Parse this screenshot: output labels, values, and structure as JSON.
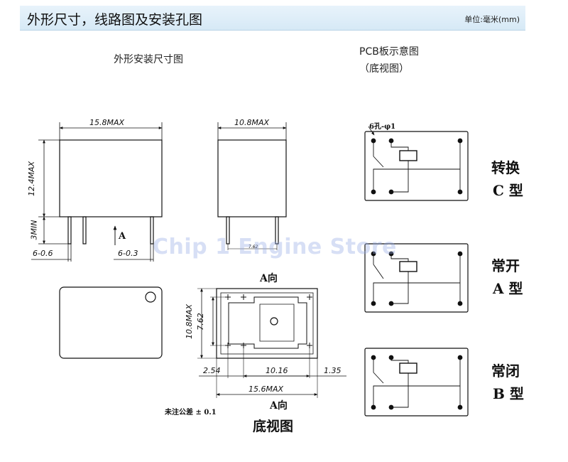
{
  "header": {
    "title": "外形尺寸，线路图及安装孔图",
    "unit": "单位:毫米(mm)"
  },
  "outline": {
    "title": "外形安装尺寸图",
    "dims": {
      "front_width": "15.8MAX",
      "side_width": "10.8MAX",
      "height": "12.4MAX",
      "pin_length": "3MIN",
      "pin_left": "6-0.6",
      "pin_right": "6-0.3",
      "side_small": "7.62",
      "arrow_label": "A"
    }
  },
  "bottom_view": {
    "title_top": "A向",
    "title_bottom_a": "A向",
    "title_bottom": "底视图",
    "dims": {
      "height": "10.8MAX",
      "pin_pitch_v": "7.62",
      "left_gap": "2.54",
      "pin_pitch_h": "10.16",
      "right_gap": "1.35",
      "width": "15.6MAX"
    },
    "tolerance": "未注公差 ± 0.1"
  },
  "pcb": {
    "title": "PCB板示意图",
    "subtitle": "（底视图）",
    "holes_label": "6孔-φ1",
    "types": [
      {
        "line1": "转换",
        "line2": "C 型"
      },
      {
        "line1": "常开",
        "line2": "A 型"
      },
      {
        "line1": "常闭",
        "line2": "B 型"
      }
    ]
  },
  "watermark": "Chip 1 Engine Store"
}
